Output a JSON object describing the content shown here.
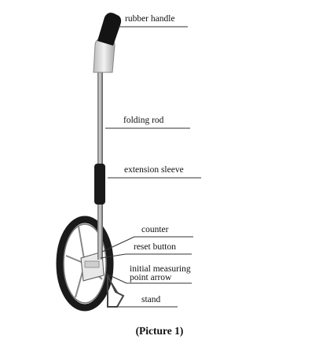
{
  "labels": {
    "rubber_handle": "rubber handle",
    "folding_rod": "folding rod",
    "extension_sleeve": "extension sleeve",
    "counter": "counter",
    "reset_button": "reset button",
    "initial_measuring_point_arrow_line1": "initial measuring",
    "initial_measuring_point_arrow_line2": "point arrow",
    "stand": "stand"
  },
  "caption": "(Picture 1)"
}
